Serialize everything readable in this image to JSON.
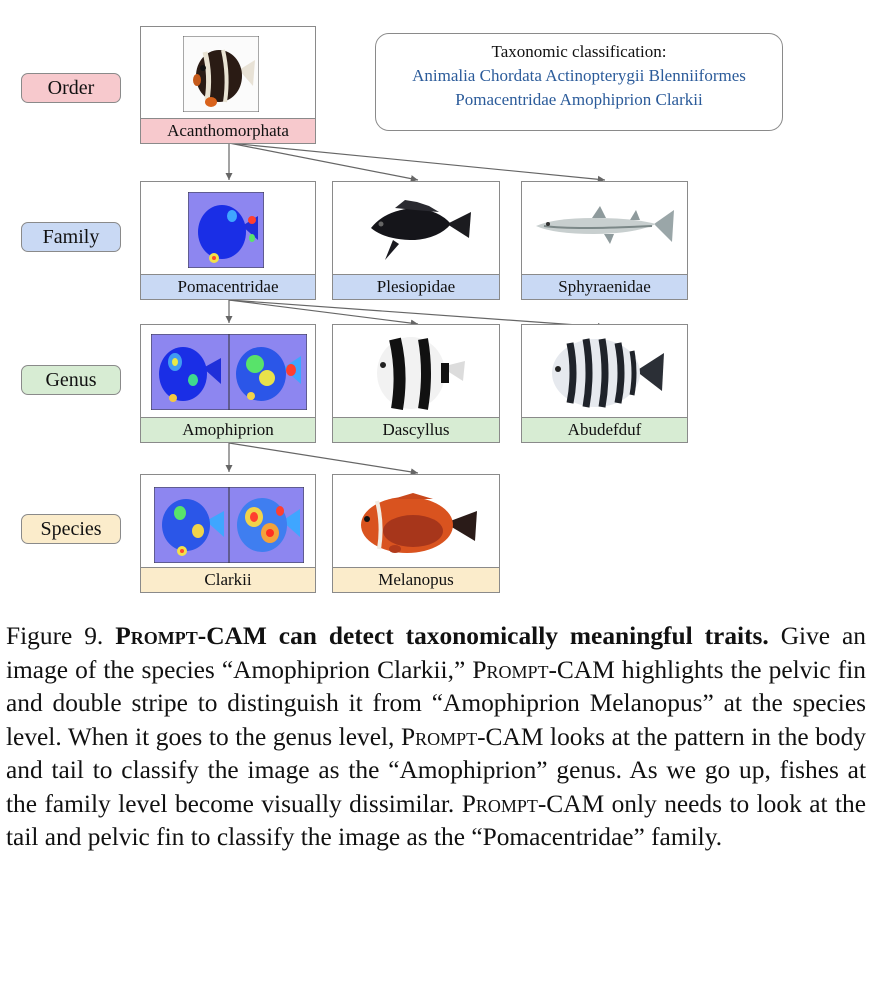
{
  "levels": {
    "order": "Order",
    "family": "Family",
    "genus": "Genus",
    "species": "Species"
  },
  "taxonomy": {
    "title": "Taxonomic classification:",
    "names": "Animalia Chordata Actinopterygii Blenniiformes Pomacentridae Amophiprion Clarkii"
  },
  "cards": {
    "order": "Acanthomorphata",
    "family": [
      "Pomacentridae",
      "Plesiopidae",
      "Sphyraenidae"
    ],
    "genus": [
      "Amophiprion",
      "Dascyllus",
      "Abudefduf"
    ],
    "species": [
      "Clarkii",
      "Melanopus"
    ]
  },
  "caption": {
    "figure_label": "Figure 9.",
    "bold_name": "Prompt-CAM",
    "bold_rest": " can detect taxonomically meaningful traits.",
    "s1_a": " Give an image of the species “Amophiprion Clarkii,” ",
    "name": "Prompt-CAM",
    "s1_b": " highlights the pelvic fin and double stripe to distinguish it from “Amophiprion Melanopus” at the species level. When it goes to the genus level, ",
    "s2_b": " looks at the pattern in the body and tail to classify the image as the “Amophiprion” genus. As we go up, fishes at the family level become visually dissimilar. ",
    "s3_b": " only needs to look at the tail and pelvic fin to classify the image as the “Pomacentridae” family."
  },
  "colors": {
    "order": "#f7c9cd",
    "family": "#c9d9f4",
    "genus": "#d7ecd3",
    "species": "#fbeccb",
    "taxonomy_text": "#2b5b9a"
  }
}
